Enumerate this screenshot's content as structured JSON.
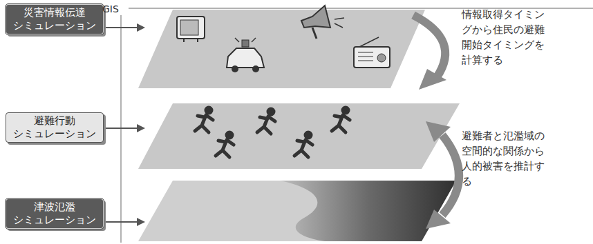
{
  "diagram": {
    "nodes": [
      {
        "text": [
          "災害情報伝達 シミュレーション"
        ]
      },
      {
        "text": [
          "避難行動 シミュレーション"
        ]
      },
      {
        "text": [
          "津波氾濫 シミュレーション"
        ]
      }
    ],
    "labels": [
      "GIS",
      "情報取得タイミングから住民の避難開始タイミングを計算する",
      "避難者と氾濫域の空間的な関係から人的被害を推計する"
    ]
  }
}
